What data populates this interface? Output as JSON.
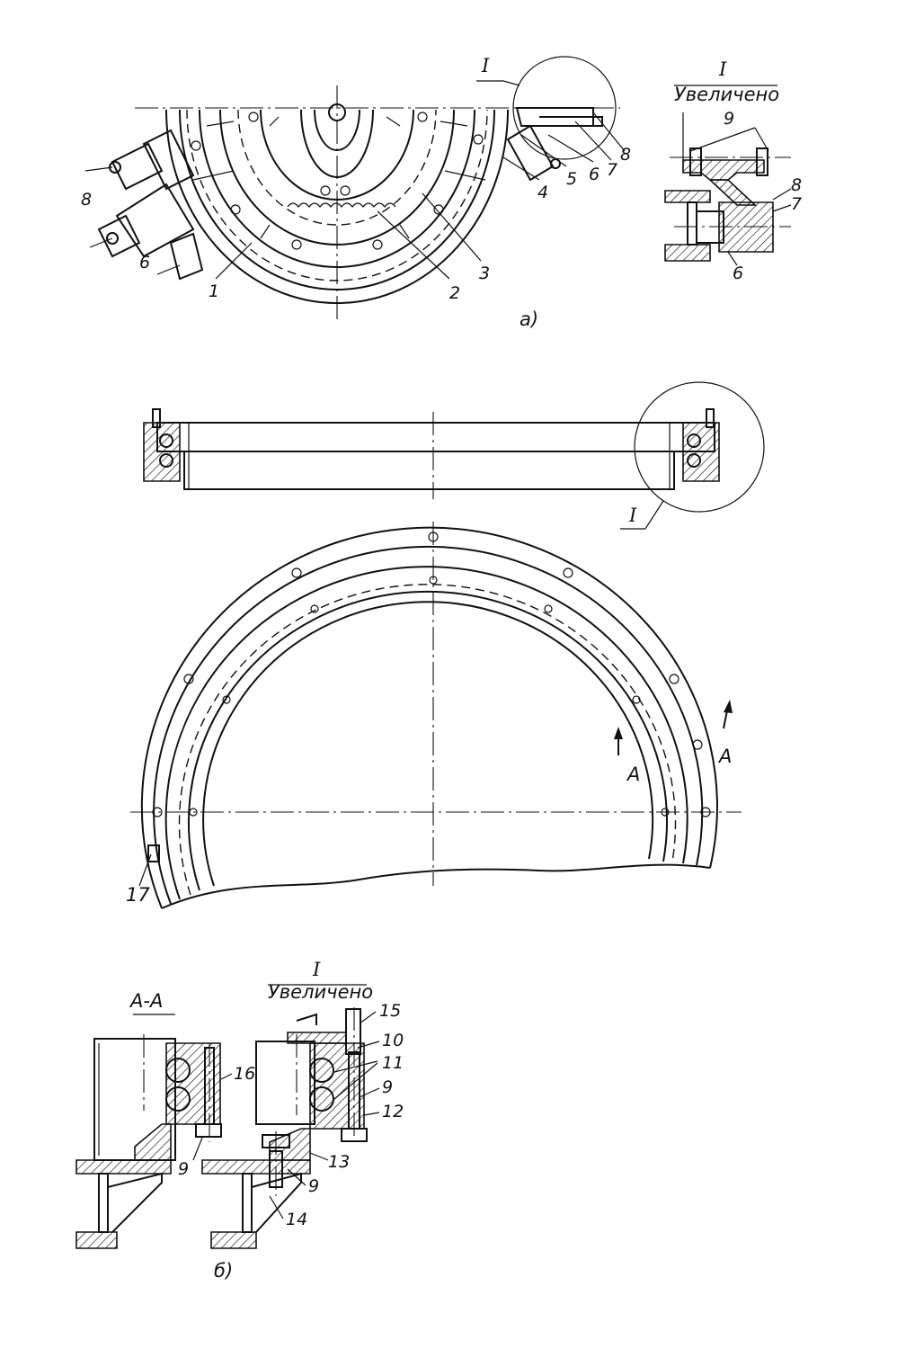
{
  "figure_a": {
    "caption": "а)",
    "callout": "I",
    "part_numbers": [
      "8",
      "6",
      "1",
      "2",
      "3",
      "4",
      "5",
      "6",
      "7",
      "8"
    ]
  },
  "detail_a": {
    "title": "I",
    "subtitle": "Увеличено",
    "part_numbers": [
      "9",
      "8",
      "7",
      "6"
    ]
  },
  "figure_b": {
    "callout": "I",
    "section_mark": "А",
    "part_numbers": [
      "17"
    ]
  },
  "section_aa": {
    "title": "А-А",
    "part_numbers": [
      "16",
      "9"
    ]
  },
  "detail_b": {
    "title": "I",
    "subtitle": "Увеличено",
    "caption": "б)",
    "part_numbers": [
      "15",
      "10",
      "11",
      "9",
      "12",
      "13",
      "9",
      "14"
    ]
  }
}
